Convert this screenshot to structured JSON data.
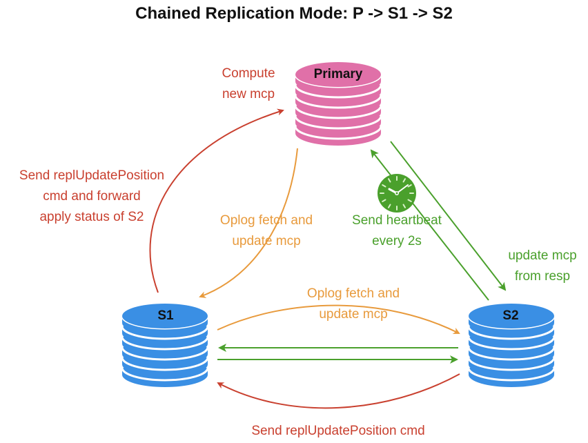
{
  "title": "Chained Replication Mode: P -> S1 -> S2",
  "nodes": {
    "primary": {
      "label": "Primary",
      "color": "#e070a8"
    },
    "s1": {
      "label": "S1",
      "color": "#3a8fe4"
    },
    "s2": {
      "label": "S2",
      "color": "#3a8fe4"
    }
  },
  "labels": {
    "compute_mcp": [
      "Compute",
      "new mcp"
    ],
    "send_repl_forward": [
      "Send replUpdatePosition",
      "cmd and forward",
      "apply status of S2"
    ],
    "oplog_p_s1": [
      "Oplog fetch and",
      "update mcp"
    ],
    "heartbeat": [
      "Send heartbeat",
      "every 2s"
    ],
    "update_mcp_resp": [
      "update mcp",
      "from resp"
    ],
    "oplog_s1_s2": [
      "Oplog fetch and",
      "update mcp"
    ],
    "send_repl_s2": "Send replUpdatePosition cmd"
  },
  "colors": {
    "red": "#c9402f",
    "orange": "#e89a3c",
    "green": "#4aa02c",
    "clock": "#4aa02c"
  }
}
